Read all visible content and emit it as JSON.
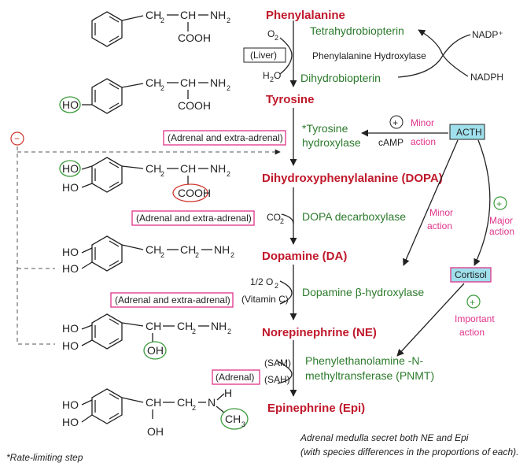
{
  "structures": {
    "phe": {
      "chain": [
        "CH",
        "2",
        "—",
        "CH",
        "—",
        "NH",
        "2"
      ],
      "cooh": "COOH"
    },
    "tyr": {
      "ho": "HO",
      "chain": [
        "CH",
        "2",
        "—",
        "CH",
        "—",
        "NH",
        "2"
      ],
      "cooh": "COOH"
    },
    "dopa": {
      "ho1": "HO",
      "ho2": "HO",
      "chain": [
        "CH",
        "2",
        "—",
        "CH",
        "—",
        "NH",
        "2"
      ],
      "cooh": "COOH"
    },
    "da": {
      "ho1": "HO",
      "ho2": "HO",
      "chain": [
        "CH",
        "2",
        "—",
        "CH",
        "2",
        "—",
        "NH",
        "2"
      ]
    },
    "ne": {
      "ho1": "HO",
      "ho2": "HO",
      "chain": [
        "CH",
        "—",
        "CH",
        "2",
        "—",
        "NH",
        "2"
      ],
      "oh": "OH"
    },
    "epi": {
      "ho1": "HO",
      "ho2": "HO",
      "chain": [
        "CH",
        "—",
        "CH",
        "2",
        "—",
        "N"
      ],
      "h": "H",
      "oh": "OH",
      "ch3": "CH",
      "ch3sub": "3"
    }
  },
  "compounds": {
    "phenylalanine": "Phenylalanine",
    "tyrosine": "Tyrosine",
    "dopa": "Dihydroxyphenylalanine (DOPA)",
    "dopamine": "Dopamine (DA)",
    "norepinephrine": "Norepinephrine (NE)",
    "epinephrine": "Epinephrine (Epi)"
  },
  "step1": {
    "o2": "O",
    "o2sub": "2",
    "liver": "(Liver)",
    "h2o_h": "H",
    "h2o_sub": "2",
    "h2o_o": "O",
    "cofactor_in": "Tetrahydrobiopterin",
    "enzyme": "Phenylalanine Hydroxylase",
    "cofactor_out": "Dihydrobiopterin",
    "nadp": "NADP⁺",
    "nadph": "NADPH"
  },
  "step2": {
    "location": "(Adrenal and extra-adrenal)",
    "enzyme_line1": "*Tyrosine",
    "enzyme_line2": "hydroxylase",
    "camp": "cAMP",
    "plus": "+",
    "minor_line1": "Minor",
    "minor_line2": "action",
    "acth": "ACTH",
    "minus": "−"
  },
  "step3": {
    "location": "(Adrenal and extra-adrenal)",
    "co2": "CO",
    "co2sub": "2",
    "enzyme": "DOPA decarboxylase"
  },
  "step4": {
    "location": "(Adrenal and extra-adrenal)",
    "o2": "1/2 O",
    "o2sub": "2",
    "vitc": "(Vitamin C)",
    "enzyme": "Dopamine β-hydroxylase"
  },
  "step5": {
    "location": "(Adrenal)",
    "sam": "(SAM)",
    "sah": "(SAH)",
    "enzyme_line1": "Phenylethanolamine -N-",
    "enzyme_line2": "methyltransferase (PNMT)"
  },
  "acth_effects": {
    "minor_line1": "Minor",
    "minor_line2": "action",
    "plus": "+",
    "major_line1": "Major",
    "major_line2": "action",
    "cortisol": "Cortisol",
    "plus2": "+",
    "important_line1": "Important",
    "important_line2": "action"
  },
  "notes": {
    "rate_limiting": "*Rate-limiting step",
    "medulla_line1": "Adrenal medulla secret both  NE and Epi",
    "medulla_line2": "(with species differences  in the proportions of each)."
  }
}
